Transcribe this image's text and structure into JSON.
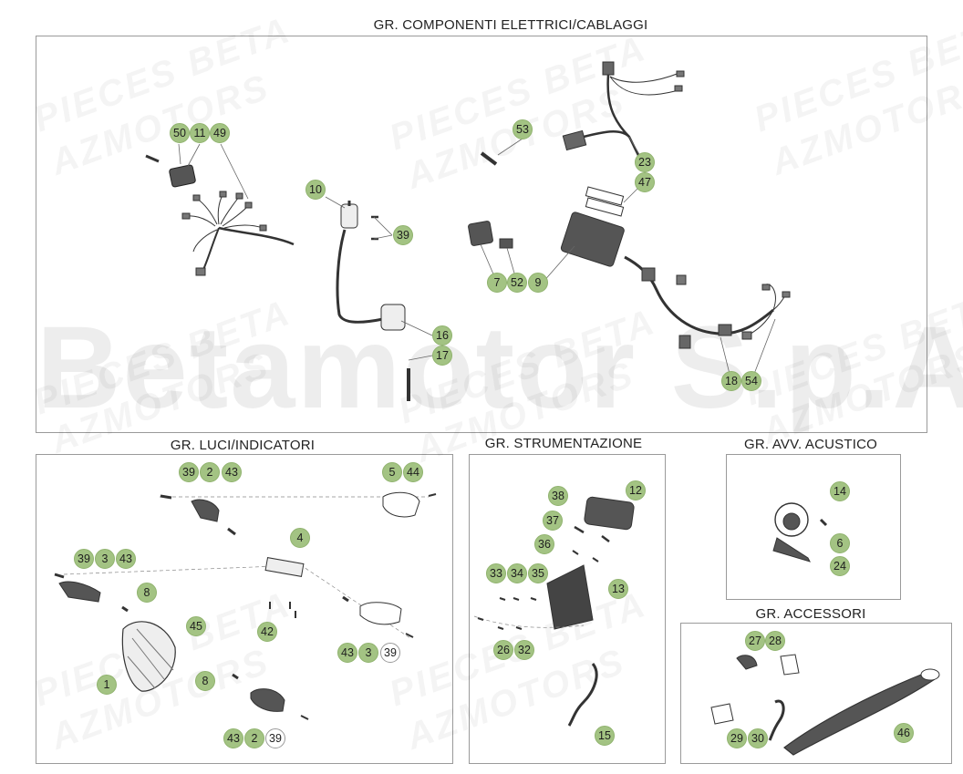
{
  "sections": {
    "electrical": "GR. COMPONENTI ELETTRICI/CABLAGGI",
    "lights": "GR. LUCI/INDICATORI",
    "instruments": "GR. STRUMENTAZIONE",
    "horn": "GR. AVV. ACUSTICO",
    "accessories": "GR. ACCESSORI"
  },
  "watermarks": {
    "pieces": "PIECES BETA",
    "az": "AZMOTORS",
    "company": "Betamotor S.p.A."
  },
  "callouts": [
    {
      "n": "50"
    },
    {
      "n": "11"
    },
    {
      "n": "49"
    },
    {
      "n": "10"
    },
    {
      "n": "39"
    },
    {
      "n": "16"
    },
    {
      "n": "17"
    },
    {
      "n": "53"
    },
    {
      "n": "23"
    },
    {
      "n": "47"
    },
    {
      "n": "7"
    },
    {
      "n": "52"
    },
    {
      "n": "9"
    },
    {
      "n": "18"
    },
    {
      "n": "54"
    },
    {
      "n": "39"
    },
    {
      "n": "2"
    },
    {
      "n": "43"
    },
    {
      "n": "5"
    },
    {
      "n": "44"
    },
    {
      "n": "4"
    },
    {
      "n": "39"
    },
    {
      "n": "3"
    },
    {
      "n": "43"
    },
    {
      "n": "8"
    },
    {
      "n": "45"
    },
    {
      "n": "42"
    },
    {
      "n": "43"
    },
    {
      "n": "3"
    },
    {
      "n": "39"
    },
    {
      "n": "1"
    },
    {
      "n": "8"
    },
    {
      "n": "43"
    },
    {
      "n": "2"
    },
    {
      "n": "39"
    },
    {
      "n": "38"
    },
    {
      "n": "12"
    },
    {
      "n": "37"
    },
    {
      "n": "36"
    },
    {
      "n": "33"
    },
    {
      "n": "34"
    },
    {
      "n": "35"
    },
    {
      "n": "13"
    },
    {
      "n": "26"
    },
    {
      "n": "32"
    },
    {
      "n": "15"
    },
    {
      "n": "14"
    },
    {
      "n": "6"
    },
    {
      "n": "24"
    },
    {
      "n": "27"
    },
    {
      "n": "28"
    },
    {
      "n": "29"
    },
    {
      "n": "30"
    },
    {
      "n": "46"
    }
  ],
  "colors": {
    "badge": "#a3c383",
    "border": "#9a9a9a"
  }
}
